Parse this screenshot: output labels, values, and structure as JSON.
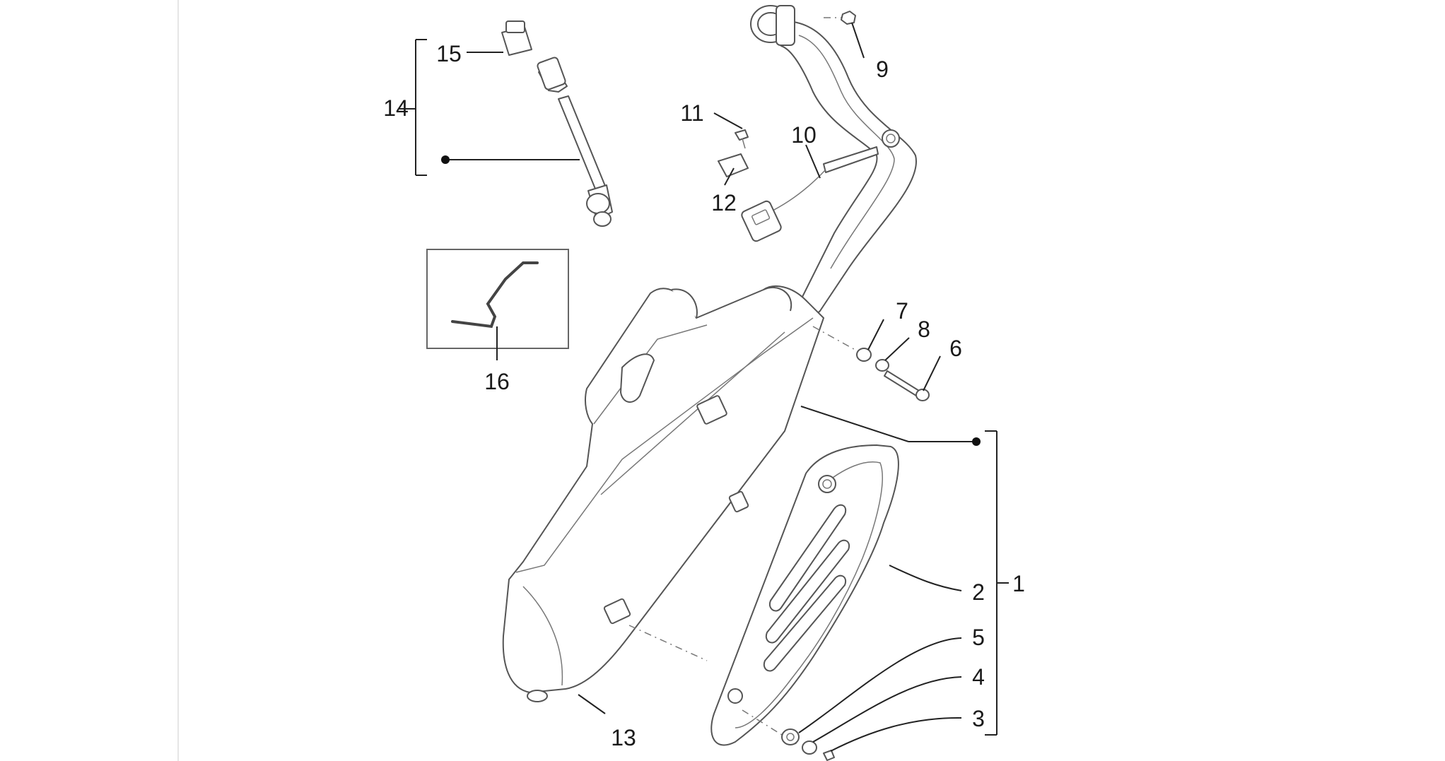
{
  "labels": {
    "l1": "1",
    "l2": "2",
    "l3": "3",
    "l4": "4",
    "l5": "5",
    "l6": "6",
    "l7": "7",
    "l8": "8",
    "l9": "9",
    "l10": "10",
    "l11": "11",
    "l12": "12",
    "l13": "13",
    "l14": "14",
    "l15": "15",
    "l16": "16"
  },
  "colors": {
    "line": "#555555",
    "text": "#1a1a1a",
    "background": "#ffffff"
  }
}
